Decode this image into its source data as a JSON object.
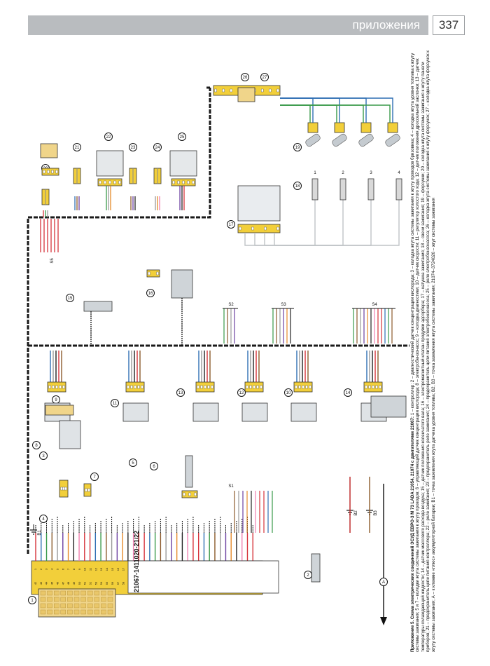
{
  "header": {
    "section_title": "приложения",
    "page_number": "337"
  },
  "caption": {
    "title": "Приложение 5. Схема электрических соединений ЭСУД ЕВРО-3 М 73 LADA 21054, 21074 с двигателями 21067:",
    "body": "1 – контроллер; 2 – диагностический датчик концентрации кислорода; 3 – колодка жгута системы зажигания к жгуту проводов бризовика; 4 – колодка жгута уровня топлива к жгуту системы зажигания; 5 и 7 – колодки жгута системы зажигания к жгуту проводов; 6 – управляющий датчик концентрации кислорода; 8 – электробензонасос; 9 – колодка диагностики; 10 – датчик скорости; 11 – регулятор холостого хода; 12 – датчик положения дроссельной заслонки; 13 – датчик температуры охлаждающей жидкости; 14 – датчик массового расхода воздуха; 15 – датчик положения коленчатого вала; 16 – электромагнитный клапан продувки адсорбера; 17 – катушка зажигания; 18 – свечи зажигания; 19 – форсунки; 20 – колодка жгута системы зажигания к жгуту панели приборов; 21 – предохранитель цепи питания контроллера; 22 – реле зажигания; 23 – предохранитель реле зажигания; 24 – предохранитель цепи питания электробензонасоса; 25 – реле электробензонасоса; 26 – колодка жгута системы зажигания к жгуту форсунок; 27 – колодка жгута форсунок к жгуту системы зажигания; А – к клемме «плюс» аккумуляторной батареи; В1 – точка заземления жгута датчика уровня топлива; В2, В3 – точка заземления жгута системы зажигания; 21074–3724026 – жгут системы зажигания"
  },
  "controller": {
    "part_number": "21067-1411020-21/22",
    "pins": [
      "1",
      "2",
      "3",
      "4",
      "5",
      "6",
      "7",
      "8",
      "9",
      "10",
      "11",
      "12",
      "13",
      "14",
      "15",
      "16",
      "17",
      "18",
      "19",
      "20",
      "21",
      "22",
      "23",
      "24",
      "25",
      "26",
      "27",
      "28",
      "29",
      "30",
      "31",
      "32",
      "33",
      "34",
      "35",
      "36",
      "37",
      "38",
      "39",
      "40",
      "41",
      "42",
      "43",
      "44",
      "45",
      "46",
      "47",
      "48",
      "49",
      "50",
      "51",
      "52",
      "53",
      "54",
      "55",
      "56",
      "57",
      "58",
      "59",
      "60",
      "61",
      "62",
      "63",
      "64",
      "65",
      "66",
      "67",
      "68",
      "69",
      "70",
      "71",
      "72",
      "73",
      "74",
      "75",
      "76",
      "77",
      "78",
      "79",
      "80",
      "81"
    ]
  },
  "component_labels": [
    "1",
    "2",
    "3",
    "4",
    "5",
    "6",
    "7",
    "8",
    "9",
    "10",
    "11",
    "12",
    "13",
    "14",
    "15",
    "16",
    "17",
    "18",
    "19",
    "20",
    "21",
    "22",
    "23",
    "24",
    "25",
    "26",
    "27"
  ],
  "ground_labels": [
    "B1",
    "B2",
    "B3"
  ],
  "splice_labels": [
    "S1",
    "S2",
    "S3",
    "S4",
    "S5"
  ],
  "spark_plug_numbers": [
    "1",
    "2",
    "3",
    "4"
  ],
  "battery_label": "A",
  "colors": {
    "harness": "#1a1a1a",
    "connector": "#f2cf3a",
    "header_bar": "#b9bcbf"
  }
}
